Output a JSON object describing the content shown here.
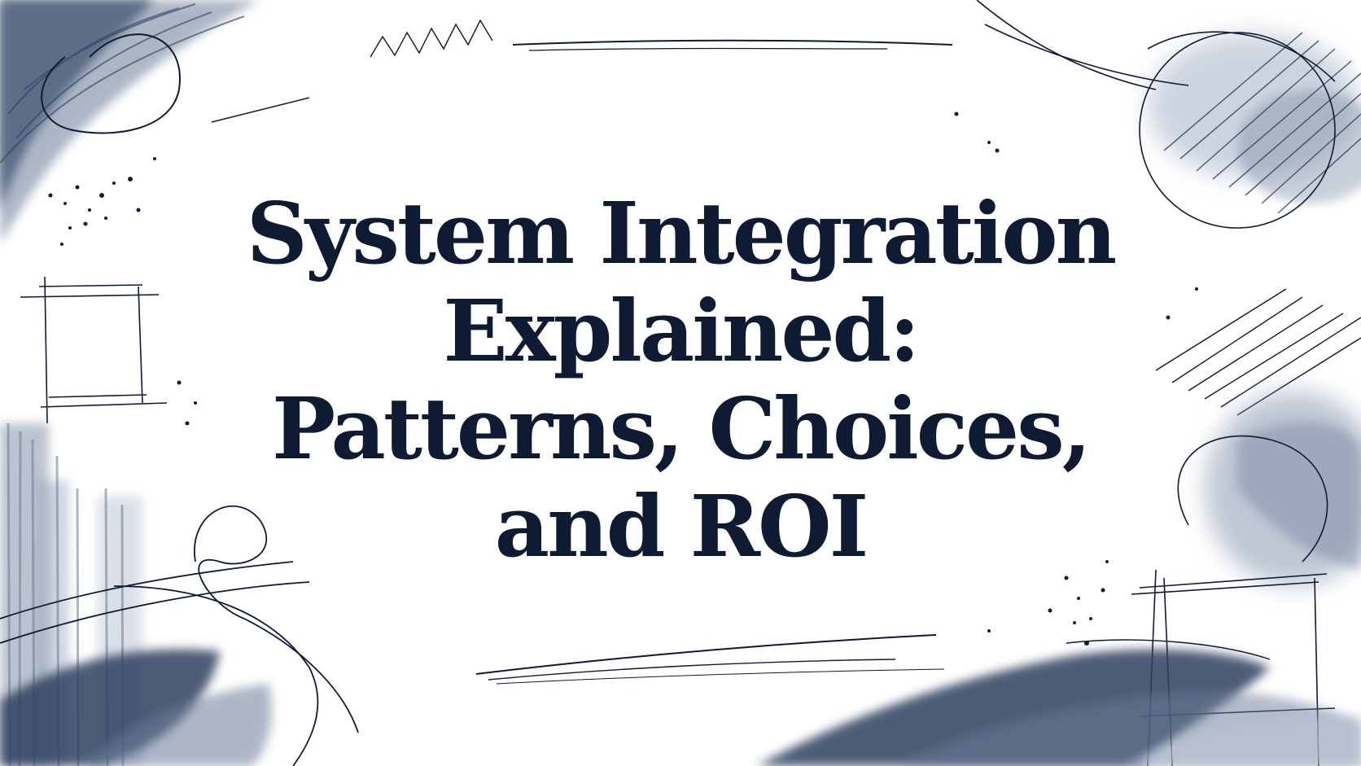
{
  "title": {
    "lines": [
      "System Integration",
      "Explained:",
      "Patterns, Choices,",
      "and ROI"
    ]
  },
  "colors": {
    "background": "#ffffff",
    "ink": "#0f1a33",
    "wash_dark": "#2f3f5e",
    "wash_mid": "#6b7c98",
    "wash_light": "#b9c3d3"
  },
  "decoration": {
    "style": "ink-and-watercolor-brush-strokes"
  }
}
